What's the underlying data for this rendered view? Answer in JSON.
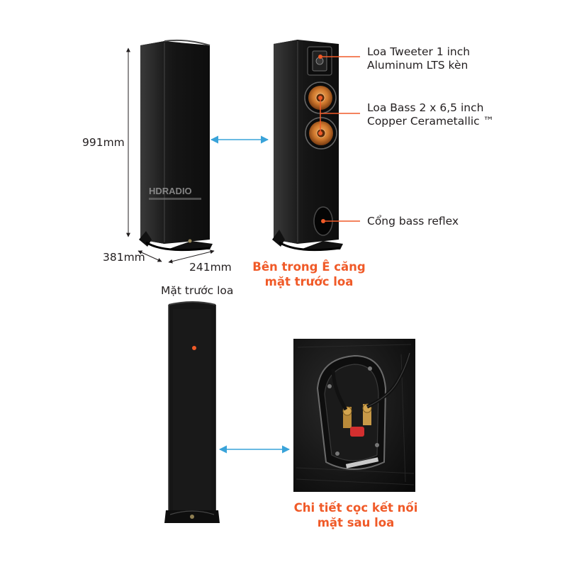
{
  "colors": {
    "accent": "#f05a28",
    "arrow": "#39a3d9",
    "cabinet": "#1b1b1b",
    "driver_copper": "#d17a2e",
    "text": "#231f20"
  },
  "dimensions": {
    "height": "991mm",
    "depth": "381mm",
    "width": "241mm"
  },
  "watermark": {
    "brand": "HDRADIO"
  },
  "callouts": {
    "tweeter": {
      "line1": "Loa Tweeter 1 inch",
      "line2": "Aluminum LTS kèn"
    },
    "woofer": {
      "line1": "Loa Bass 2 x 6,5 inch",
      "line2": "Copper Cerametallic ™"
    },
    "port": {
      "line1": "Cổng bass reflex"
    },
    "front_grille": {
      "line1": "Mặt trước loa"
    }
  },
  "captions": {
    "inside": {
      "line1": "Bên trong Ê căng",
      "line2": "mặt trước loa"
    },
    "terminal": {
      "line1": "Chi tiết cọc kết nối",
      "line2": "mặt sau loa"
    }
  },
  "icons": [
    "dimension-arrow-icon",
    "double-arrow-icon",
    "callout-dot-icon"
  ]
}
